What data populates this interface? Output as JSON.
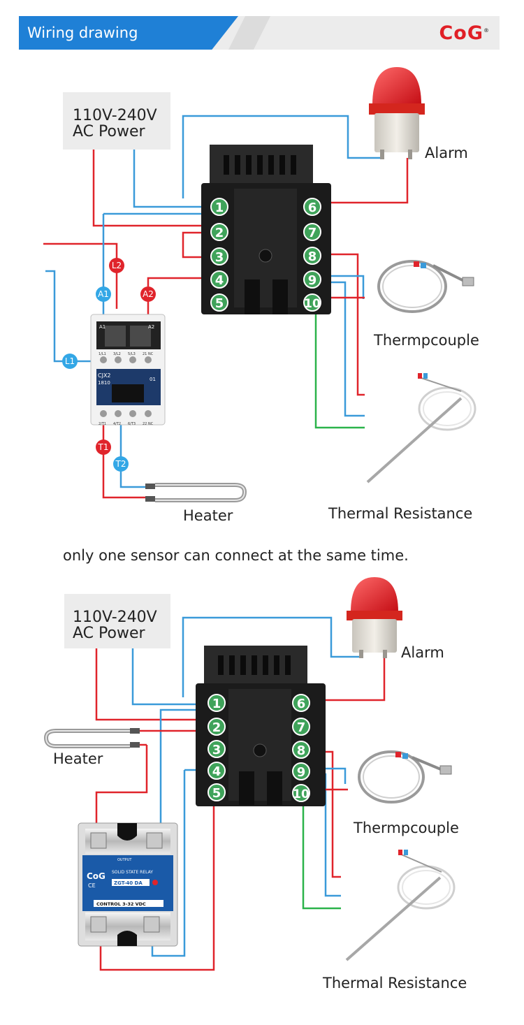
{
  "header": {
    "title": "Wiring drawing",
    "logo": "CoG",
    "logo_mark": "®"
  },
  "colors": {
    "header_blue": "#1f80d6",
    "wire_red": "#e0242b",
    "wire_blue": "#3a9ad9",
    "wire_green": "#2bb34a",
    "terminal_green": "#3fa35a",
    "badge_red": "#e0242b",
    "badge_blue": "#33a7e6"
  },
  "top_diagram": {
    "power_label_1": "110V-240V",
    "power_label_2": "AC  Power",
    "alarm_label": "Alarm",
    "thermocouple_label": "Thermpcouple",
    "thermal_resistance_label": "Thermal Resistance",
    "heater_label": "Heater",
    "terminals_left": [
      "1",
      "2",
      "3",
      "4",
      "5"
    ],
    "terminals_right": [
      "6",
      "7",
      "8",
      "9",
      "10"
    ],
    "contactor_badges": {
      "a1": "A1",
      "a2": "A2",
      "l1": "L1",
      "l2": "L2",
      "t1": "T1",
      "t2": "T2"
    },
    "contactor_texts": {
      "model": "CJX2",
      "rating": "1810",
      "top_labels": [
        "A1",
        "A2"
      ],
      "line_labels": [
        "1/L1",
        "3/L2",
        "5/L3",
        "21 NC"
      ],
      "load_labels": [
        "2/T1",
        "4/T2",
        "6/T3",
        "22 NC"
      ],
      "aux": "01"
    }
  },
  "note": "only one sensor can connect at the same time.",
  "bottom_diagram": {
    "power_label_1": "110V-240V",
    "power_label_2": "AC  Power",
    "alarm_label": "Alarm",
    "thermocouple_label": "Thermpcouple",
    "thermal_resistance_label": "Thermal Resistance",
    "heater_label": "Heater",
    "terminals_left": [
      "1",
      "2",
      "3",
      "4",
      "5"
    ],
    "terminals_right": [
      "6",
      "7",
      "8",
      "9",
      "10"
    ],
    "ssr_texts": {
      "brand": "CoG",
      "ce": "CE",
      "title": "SOLID STATE RELAY",
      "model": "ZGT-40 DA",
      "control": "CONTROL  3-32 VDC",
      "output": "OUTPUT"
    }
  }
}
